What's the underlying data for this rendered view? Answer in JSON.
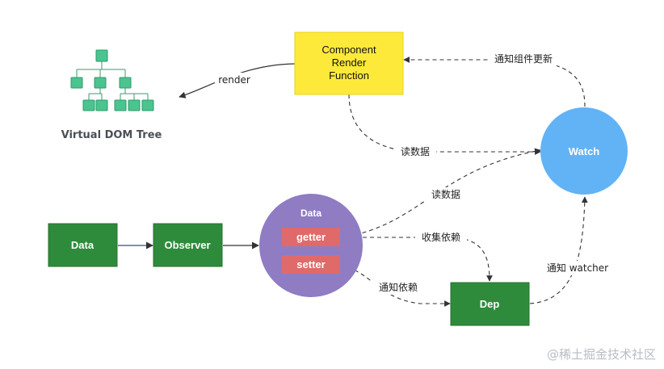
{
  "nodes": {
    "component_render": [
      "Component",
      "Render",
      "Function"
    ],
    "virtual_dom_caption": "Virtual DOM Tree",
    "watch": "Watch",
    "data_box": "Data",
    "observer": "Observer",
    "data_circle_title": "Data",
    "getter": "getter",
    "setter": "setter",
    "dep": "Dep"
  },
  "edges": {
    "render": "render",
    "notify_component_update": "通知组件更新",
    "read_data_top": "读数据",
    "read_data_mid": "读数据",
    "collect_dependency": "收集依赖",
    "notify_dependency": "通知依赖",
    "notify_watcher": "通知 watcher"
  },
  "watermark": "@稀土掘金技术社区",
  "colors": {
    "yellow": "#fde93a",
    "green": "#2e8b3c",
    "blue": "#62b3f5",
    "purple": "#8f7cc3",
    "pink": "#e06a6a",
    "tree_green": "#4bc48f"
  }
}
